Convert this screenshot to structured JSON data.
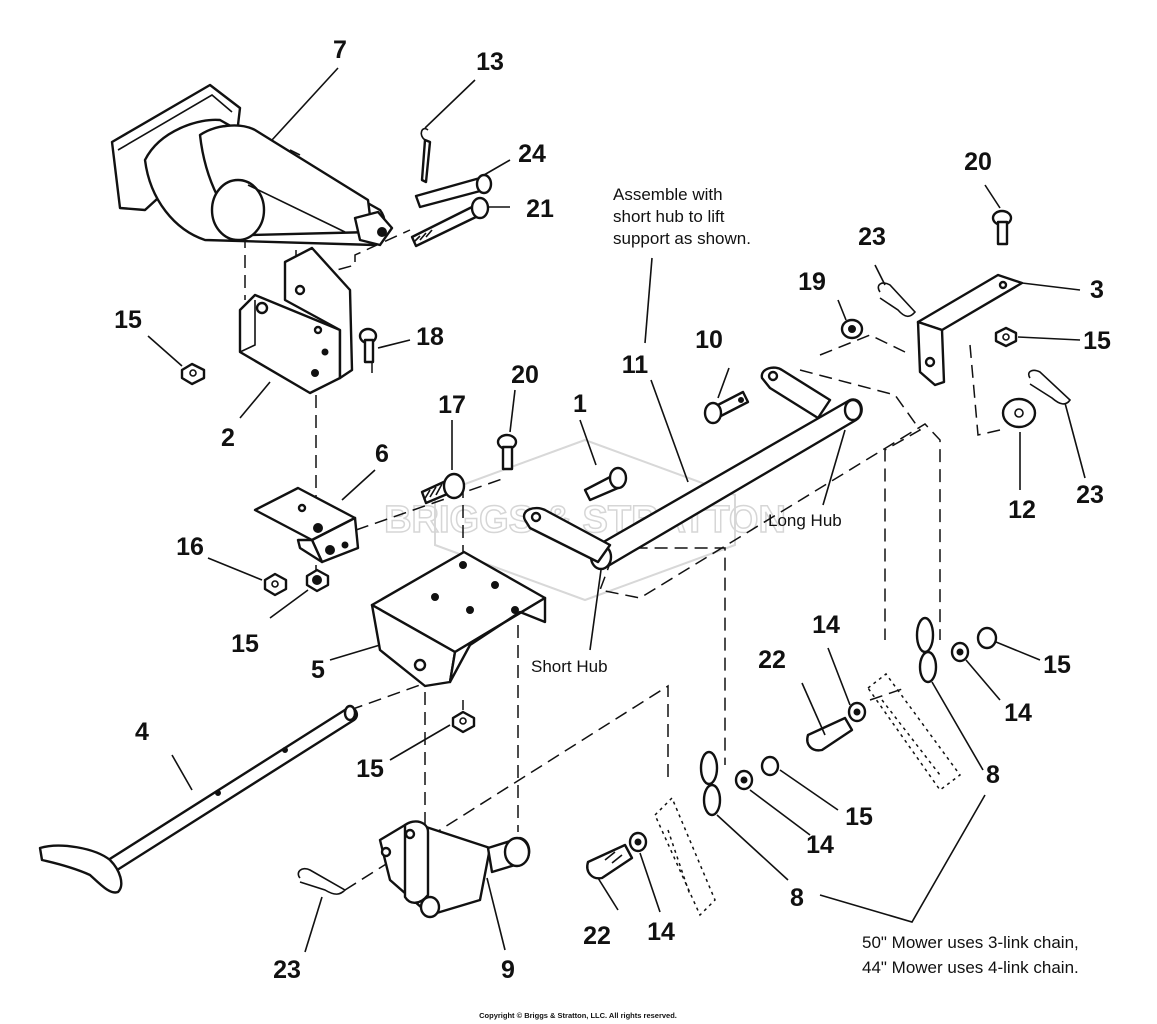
{
  "watermark": "BRIGGS & STRATTON",
  "parts": {
    "p1": "1",
    "p2": "2",
    "p3": "3",
    "p4": "4",
    "p5": "5",
    "p6": "6",
    "p7": "7",
    "p8a": "8",
    "p8b": "8",
    "p9": "9",
    "p10": "10",
    "p11": "11",
    "p12": "12",
    "p13": "13",
    "p14a": "14",
    "p14b": "14",
    "p14c": "14",
    "p14d": "14",
    "p15a": "15",
    "p15b": "15",
    "p15c": "15",
    "p15d": "15",
    "p15e": "15",
    "p15f": "15",
    "p16": "16",
    "p17": "17",
    "p18": "18",
    "p19": "19",
    "p20a": "20",
    "p20b": "20",
    "p21": "21",
    "p22a": "22",
    "p22b": "22",
    "p23a": "23",
    "p23b": "23",
    "p23c": "23",
    "p24": "24"
  },
  "notes": {
    "assemble_line1": "Assemble with",
    "assemble_line2": "short hub to lift",
    "assemble_line3": "support as shown.",
    "long_hub": "Long Hub",
    "short_hub": "Short Hub",
    "mower_line1": "50\" Mower uses 3-link chain,",
    "mower_line2": "44\" Mower uses 4-link chain."
  },
  "copyright": "Copyright © Briggs & Stratton, LLC. All rights reserved."
}
